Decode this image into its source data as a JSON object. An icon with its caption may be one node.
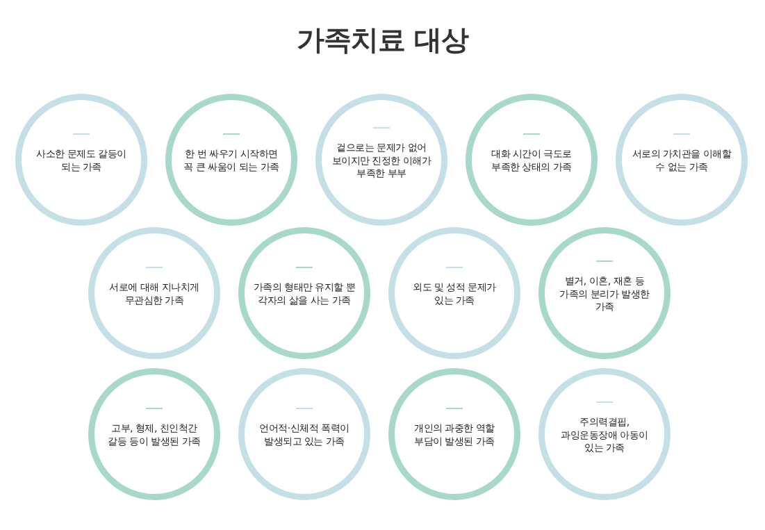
{
  "diagram": {
    "title": "가족치료 대상",
    "nodes": [
      {
        "text": [
          "사소한 문제도 갈등이 되는 가족"
        ]
      },
      {
        "text": [
          "한 번 싸우기 시작하면 꼭 큰 싸움이 되는 가족"
        ]
      },
      {
        "text": [
          "겉으로는 문제가 없어 보이지만 진정한 이해가 부족한 부부"
        ]
      },
      {
        "text": [
          "대화 시간이 극도로 부족한 상태의 가족"
        ]
      },
      {
        "text": [
          "서로의 가치관을 이해할 수 없는 가족"
        ]
      },
      {
        "text": [
          "서로에 대해 지나치게 무관심한 가족"
        ]
      },
      {
        "text": [
          "가족의 형태만 유지할 뿐 각자의 삶을 사는 가족"
        ]
      },
      {
        "text": [
          "외도 및 성적 문제가 있는 가족"
        ]
      },
      {
        "text": [
          "별거, 이혼, 재혼 등 가족의 분리가 발생한 가족"
        ]
      },
      {
        "text": [
          "고부, 형제, 친인척간 갈등 등이 발생된 가족"
        ]
      },
      {
        "text": [
          "언어적·신체적 폭력이 발생되고 있는 가족"
        ]
      },
      {
        "text": [
          "개인의 과중한 역할 부담이 발생된 가족"
        ]
      },
      {
        "text": [
          "주의력결핍, 과잉운동장애 아동이 있는 가족"
        ]
      }
    ]
  }
}
